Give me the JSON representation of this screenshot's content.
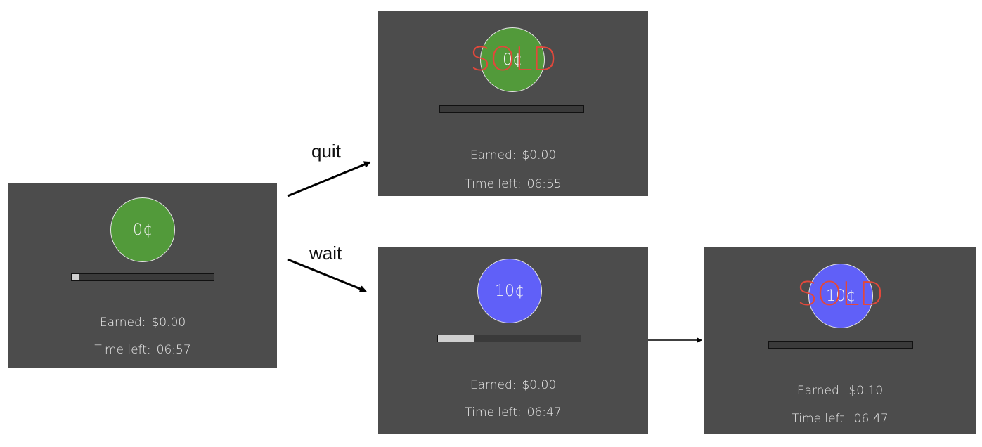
{
  "colors": {
    "panel": "#4c4c4c",
    "coin_green": "#529a3a",
    "coin_blue": "#6060f8",
    "sold": "#e2483b",
    "bar_fill": "#cfcfcf"
  },
  "arrows": {
    "quit_label": "quit",
    "wait_label": "wait"
  },
  "screens": {
    "start": {
      "coin_value": "0¢",
      "progress": 0.05,
      "earned_label": "Earned:",
      "earned_value": "$0.00",
      "time_label": "Time left:",
      "time_value": "06:57"
    },
    "quit": {
      "coin_value": "0¢",
      "sold_text": "SOLD",
      "progress": 0.0,
      "earned_label": "Earned:",
      "earned_value": "$0.00",
      "time_label": "Time left:",
      "time_value": "06:55"
    },
    "wait": {
      "coin_value": "10¢",
      "progress": 0.25,
      "earned_label": "Earned:",
      "earned_value": "$0.00",
      "time_label": "Time left:",
      "time_value": "06:47"
    },
    "sold": {
      "coin_value": "10¢",
      "sold_text": "SOLD",
      "progress": 0.0,
      "earned_label": "Earned:",
      "earned_value": "$0.10",
      "time_label": "Time left:",
      "time_value": "06:47"
    }
  }
}
